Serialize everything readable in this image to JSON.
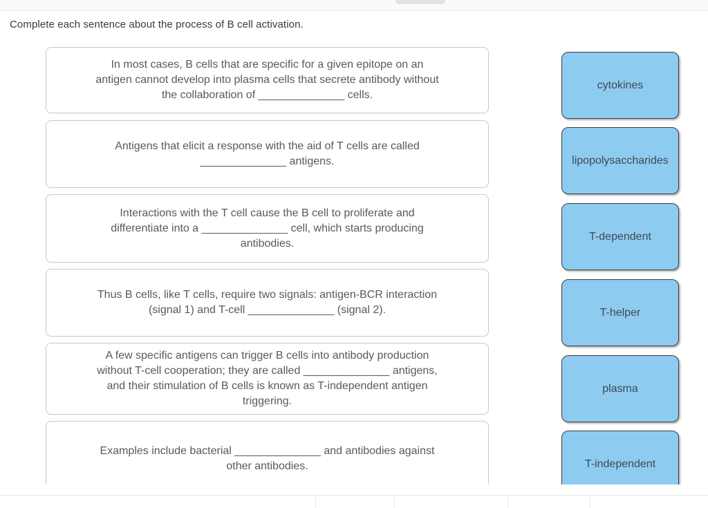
{
  "page": {
    "title": "Complete each sentence about the process of B cell activation."
  },
  "colors": {
    "tile_background": "#8ecbf1",
    "tile_border": "#3d3d3d",
    "tile_text": "#3e4a52",
    "sentence_box_border": "#c8c8c8",
    "sentence_text": "#58595b",
    "topbar_background": "#fafafa"
  },
  "sentences": [
    {
      "lines": [
        "In most cases, B cells that are specific for a given epitope on an",
        "antigen cannot develop into plasma cells that secrete antibody without",
        "the collaboration of ______________ cells."
      ]
    },
    {
      "lines": [
        "Antigens that elicit a response with the aid of T cells are called",
        "______________ antigens."
      ]
    },
    {
      "lines": [
        "Interactions with the T cell cause the B cell to proliferate and",
        "differentiate into a ______________ cell, which starts producing",
        "antibodies."
      ]
    },
    {
      "lines": [
        "Thus B cells, like T cells, require two signals: antigen-BCR interaction",
        "(signal 1) and T-cell ______________ (signal 2)."
      ]
    },
    {
      "lines": [
        "A few specific antigens can trigger B cells into antibody production",
        "without T-cell cooperation; they are called ______________ antigens,",
        "and their stimulation of B cells is known as T-independent antigen",
        "triggering."
      ]
    },
    {
      "lines": [
        "Examples include bacterial ______________ and antibodies against",
        "other antibodies."
      ]
    }
  ],
  "answer_tiles": [
    {
      "label": "cytokines"
    },
    {
      "label": "lipopolysaccharides"
    },
    {
      "label": "T-dependent"
    },
    {
      "label": "T-helper"
    },
    {
      "label": "plasma"
    },
    {
      "label": "T-independent"
    }
  ]
}
